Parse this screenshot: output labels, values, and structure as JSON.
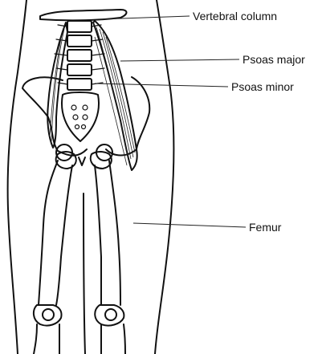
{
  "labels": {
    "vertebral_column": "Vertebral column",
    "psoas_major": "Psoas major",
    "psoas_minor": "Psoas minor",
    "femur": "Femur"
  }
}
